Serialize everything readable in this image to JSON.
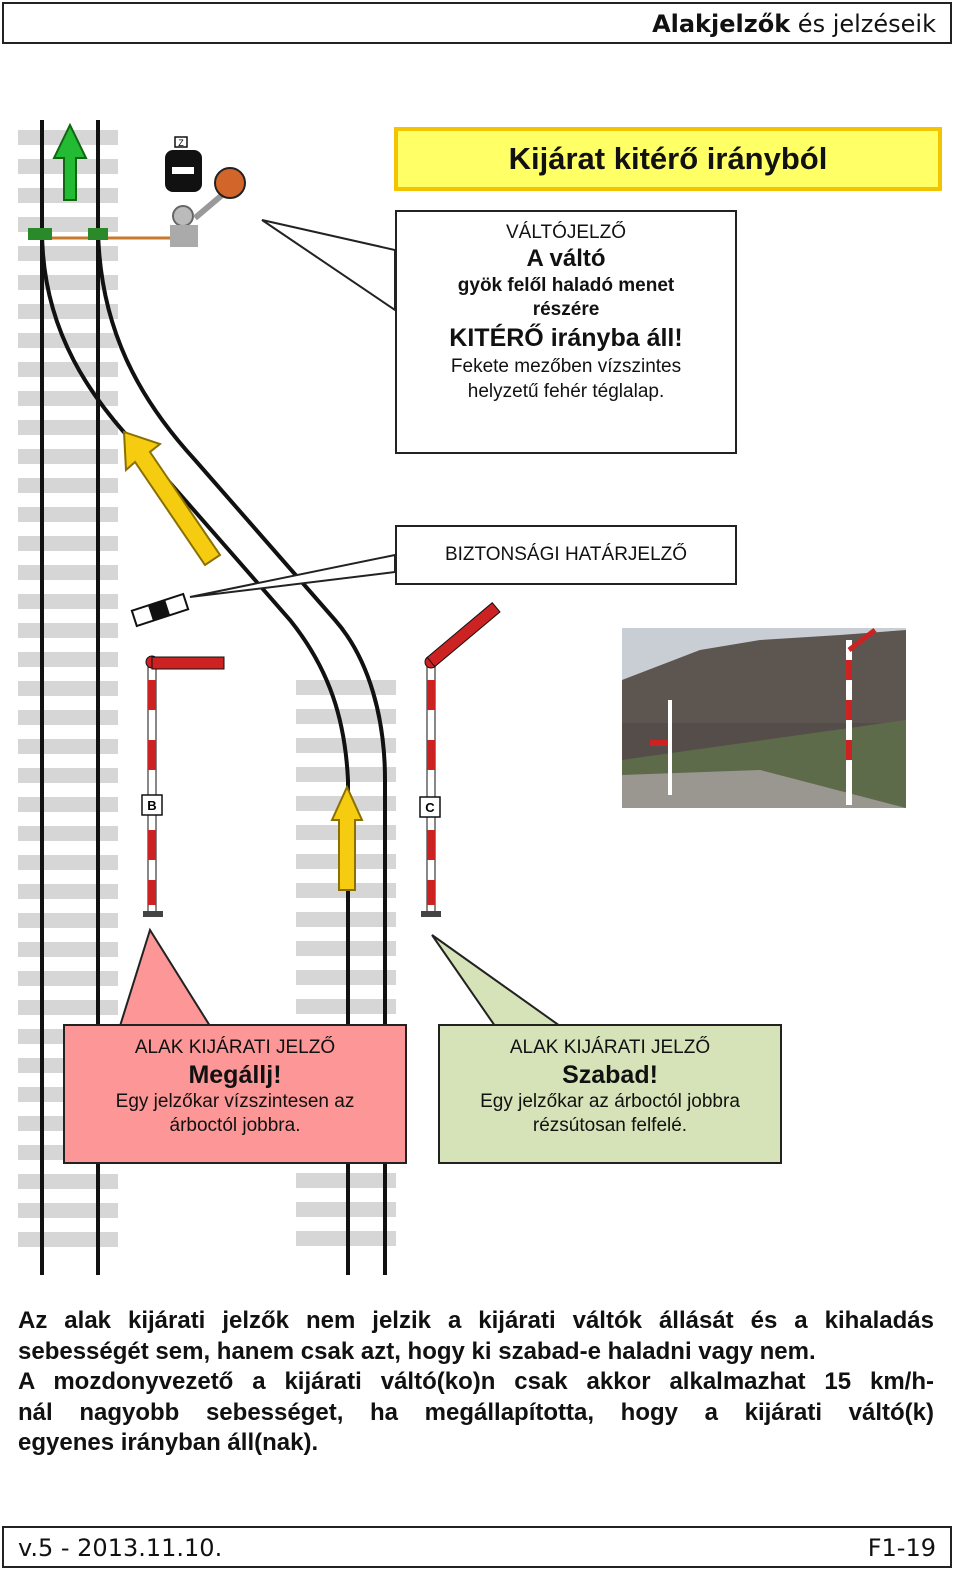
{
  "header": {
    "title_bold": "Alakjelzők",
    "title_rest": " és jelzéseik"
  },
  "title": "Kijárat kitérő irányból",
  "callout_switch": {
    "line1": "VÁLTÓJELZŐ",
    "line2": "A váltó",
    "line3": "gyök felől haladó menet",
    "line3b": "részére",
    "line4": "KITÉRŐ irányba áll!",
    "line5": "Fekete mezőben vízszintes",
    "line6": "helyzetű fehér téglalap."
  },
  "callout_safety": {
    "label": "BIZTONSÁGI HATÁRJELZŐ"
  },
  "callout_stop": {
    "heading": "ALAK KIJÁRATI JELZŐ",
    "aspect": "Megállj!",
    "desc1": "Egy jelzőkar vízszintesen az",
    "desc2": "árboctól jobbra."
  },
  "callout_clear": {
    "heading": "ALAK KIJÁRATI JELZŐ",
    "aspect": "Szabad!",
    "desc1": "Egy jelzőkar az árboctól jobbra",
    "desc2": "rézsútosan felfelé."
  },
  "signal_labels": {
    "b": "B",
    "c": "C",
    "z": "Z"
  },
  "paragraph": {
    "line1": "Az alak kijárati jelzők nem jelzik a kijárati váltók állását és a kihaladás",
    "line2": "sebességét sem, hanem csak azt, hogy ki szabad-e haladni vagy nem.",
    "line3": "A mozdonyvezető a kijárati váltó(ko)n csak akkor alkalmazhat 15 km/h-",
    "line4": "nál nagyobb sebességet, ha megállapította, hogy a kijárati váltó(k)",
    "line5": "egyenes irányban áll(nak)."
  },
  "footer": {
    "version": "v.5 - 2013.11.10.",
    "page": "F1-19"
  },
  "colors": {
    "title_fill": "#ffff66",
    "stop_fill": "#fd9696",
    "clear_fill": "#d6e3b8",
    "arrow_green": "#22bb33",
    "arrow_yellow": "#f5cc10"
  }
}
